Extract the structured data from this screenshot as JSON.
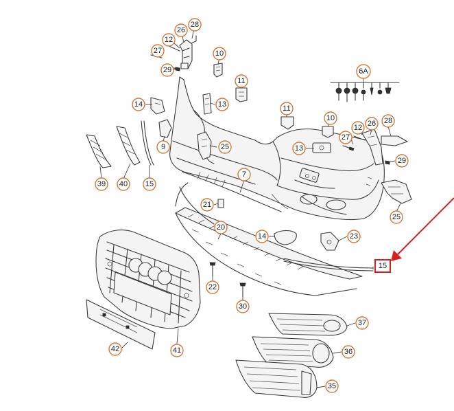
{
  "diagram": {
    "callouts": [
      "26",
      "28",
      "12",
      "27",
      "29",
      "10",
      "11",
      "14",
      "13",
      "6A",
      "11",
      "10",
      "27",
      "12",
      "26",
      "28",
      "13",
      "29",
      "9",
      "25",
      "39",
      "40",
      "15",
      "7",
      "21",
      "20",
      "14",
      "23",
      "25",
      "15",
      "22",
      "30",
      "37",
      "36",
      "35",
      "41",
      "42"
    ]
  },
  "colors": {
    "callout_stroke": "#d4783a",
    "highlight": "#d81e1e",
    "line": "#3a3a3a"
  },
  "icons": [
    "arrow-pointer-icon"
  ]
}
